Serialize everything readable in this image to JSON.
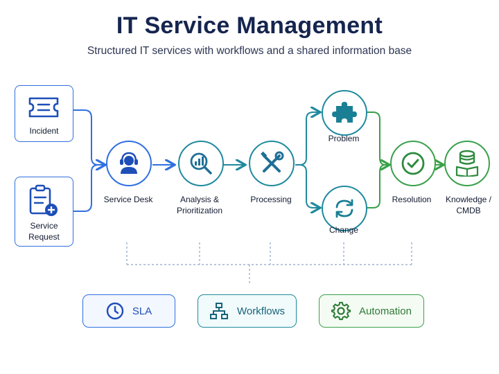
{
  "title": "IT Service Management",
  "subtitle": "Structured IT services with workflows and a shared information base",
  "inputs": {
    "incident": "Incident",
    "service_request": "Service Request"
  },
  "steps": {
    "service_desk": "Service Desk",
    "analysis": "Analysis & Prioritization",
    "processing": "Processing",
    "problem": "Problem",
    "change": "Change",
    "resolution": "Resolution",
    "knowledge": "Knowledge / CMDB"
  },
  "foundation": {
    "sla": "SLA",
    "workflows": "Workflows",
    "automation": "Automation"
  },
  "colors": {
    "blue": "#2f6fe0",
    "teal": "#1f8a9e",
    "green": "#3aa04a",
    "navy": "#15254f"
  }
}
